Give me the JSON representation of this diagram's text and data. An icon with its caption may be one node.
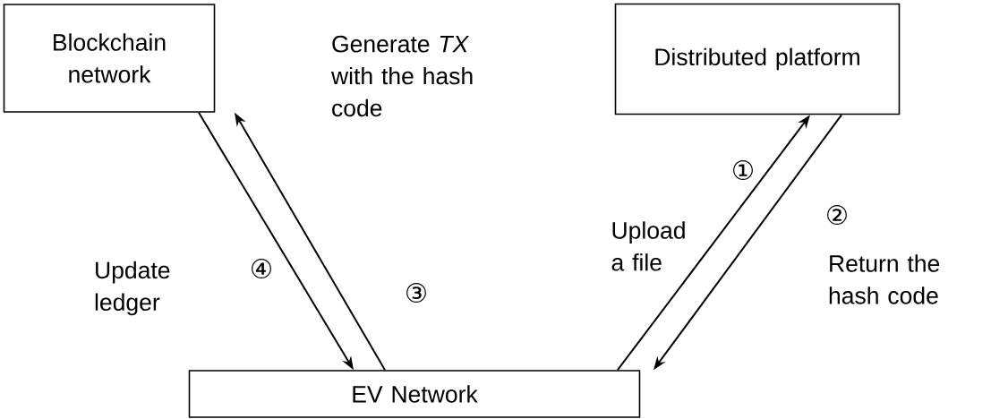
{
  "diagram": {
    "nodes": [
      {
        "text": [
          "Blockchain network"
        ]
      },
      {
        "text": [
          "Distributed platform"
        ]
      },
      {
        "text": [
          "EV Network"
        ]
      }
    ],
    "edges": [
      {
        "from": 0,
        "to": 2,
        "arrow": "to",
        "label": "Update ledger"
      },
      {
        "from": 2,
        "to": 0,
        "arrow": "to",
        "label": "Generate *TX* with the hash code"
      },
      {
        "from": 2,
        "to": 1,
        "arrow": "to",
        "label": "Upload a file"
      },
      {
        "from": 1,
        "to": 2,
        "arrow": "to",
        "label": "Return the hash code"
      }
    ],
    "labels": [
      "①",
      "②",
      "④",
      "③"
    ]
  }
}
